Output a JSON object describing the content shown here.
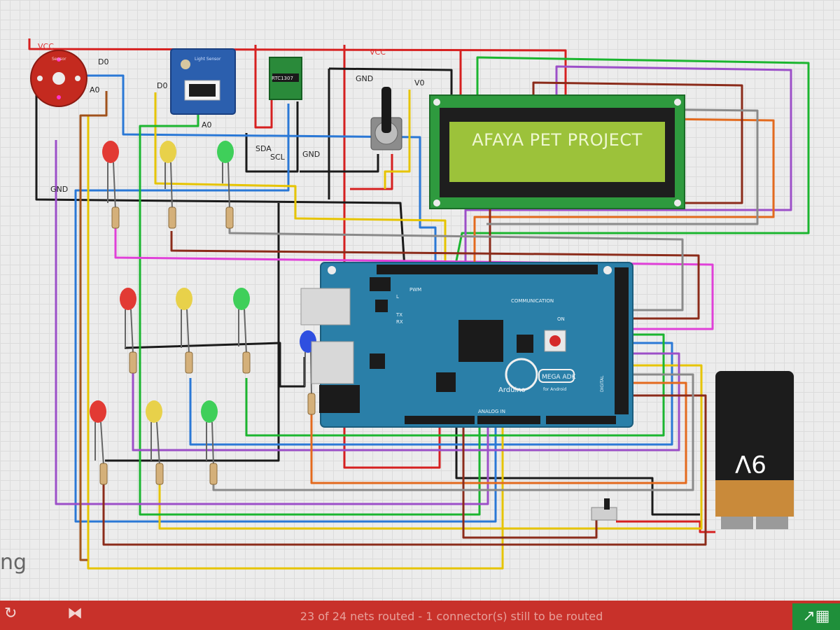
{
  "lcd": {
    "text": "AFAYA PET PROJECT"
  },
  "labels": {
    "vcc_left": "VCC",
    "vcc_top": "VCC",
    "d0_mic": "D0",
    "a0_mic": "A0",
    "d0_light": "D0",
    "a0_light": "A0",
    "gnd_top": "GND",
    "v0": "V0",
    "sda": "SDA",
    "scl": "SCL",
    "gnd_rtc": "GND",
    "gnd_left": "GND"
  },
  "modules": {
    "rtc_label": "RTC1307",
    "light_label": "Light Sensor",
    "sound_label": "Sensor"
  },
  "arduino": {
    "brand": "Arduino",
    "model": "MEGA ADK",
    "sub": "for Android",
    "header_communication": "COMMUNICATION",
    "header_analog": "ANALOG IN",
    "header_pwm": "PWM",
    "header_digital": "DIGITAL",
    "led_l": "L",
    "led_tx": "TX",
    "led_rx": "RX",
    "led_on": "ON"
  },
  "battery": {
    "label": "9V"
  },
  "left_partial_text": "ng",
  "status": {
    "text": "23 of 24 nets routed - 1 connector(s) still to be routed"
  },
  "icons": [
    "rotate-icon",
    "flip-icon",
    "export-icon"
  ],
  "colors": {
    "status_bar": "#c8312a",
    "arduino_blue": "#2a7fa8",
    "lcd_green": "#9cc23a",
    "export_green": "#1f8f3a"
  }
}
